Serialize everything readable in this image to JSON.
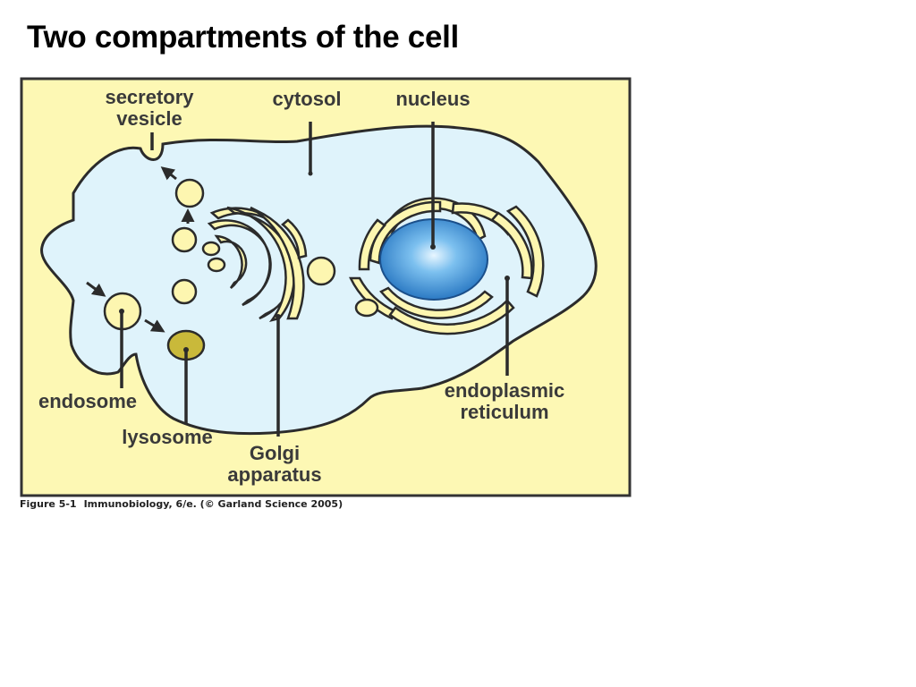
{
  "title": "Two compartments of the cell",
  "labels": {
    "secretory_vesicle_line1": "secretory",
    "secretory_vesicle_line2": "vesicle",
    "cytosol": "cytosol",
    "nucleus": "nucleus",
    "endosome": "endosome",
    "lysosome": "lysosome",
    "golgi_line1": "Golgi",
    "golgi_line2": "apparatus",
    "er_line1": "endoplasmic",
    "er_line2": "reticulum"
  },
  "caption": {
    "figure_number": "Figure 5-1",
    "source": "Immunobiology, 6/e. (© Garland Science 2005)"
  },
  "colors": {
    "background": "#fdf8b4",
    "cytosol": "#dff3fb",
    "organelle": "#fdf6b0",
    "lysosome": "#c9b93a",
    "nucleus": "#2a7fcf",
    "outline": "#2b2b2b"
  }
}
